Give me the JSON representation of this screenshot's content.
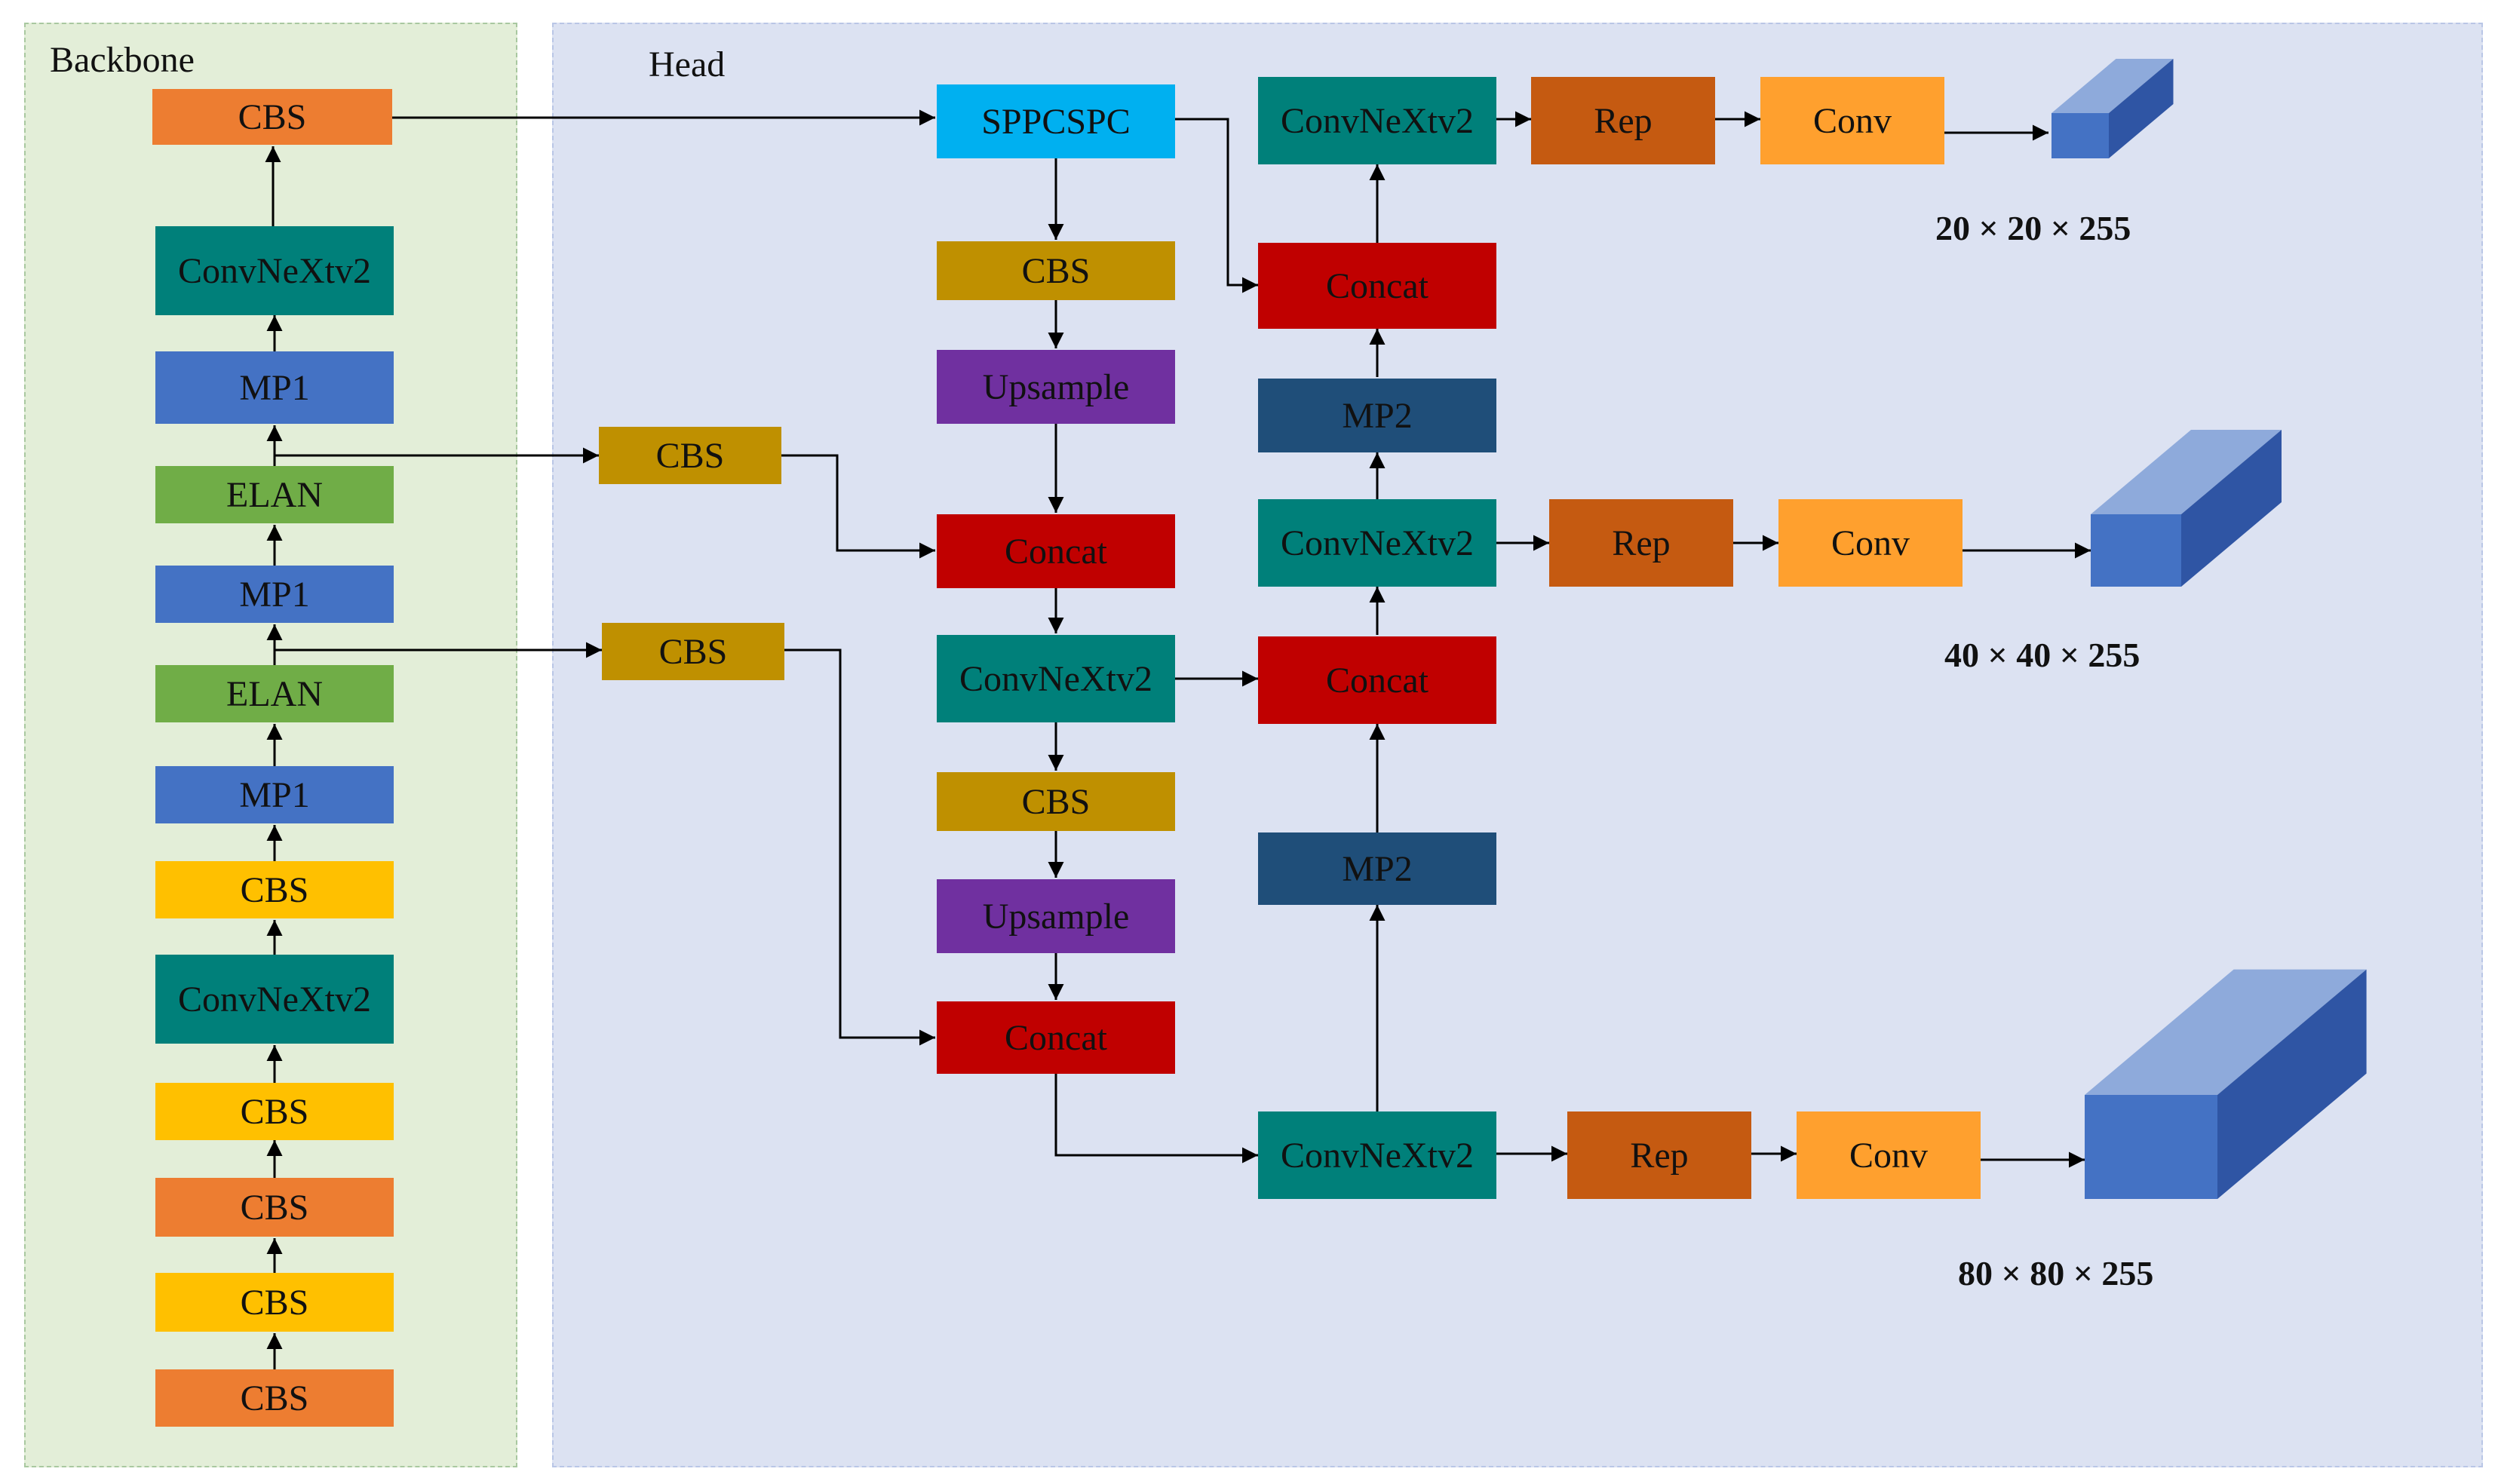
{
  "backbone": {
    "title": "Backbone",
    "blocks": [
      {
        "id": "bb1",
        "label": "CBS",
        "color": "#ed7d31"
      },
      {
        "id": "bb2",
        "label": "ConvNeXtv2",
        "color": "#00807a"
      },
      {
        "id": "bb3",
        "label": "MP1",
        "color": "#4472c4"
      },
      {
        "id": "bb4",
        "label": "ELAN",
        "color": "#70ad47"
      },
      {
        "id": "bb5",
        "label": "MP1",
        "color": "#4472c4"
      },
      {
        "id": "bb6",
        "label": "ELAN",
        "color": "#70ad47"
      },
      {
        "id": "bb7",
        "label": "MP1",
        "color": "#4472c4"
      },
      {
        "id": "bb8",
        "label": "CBS",
        "color": "#ffc000"
      },
      {
        "id": "bb9",
        "label": "ConvNeXtv2",
        "color": "#00807a"
      },
      {
        "id": "bb10",
        "label": "CBS",
        "color": "#ffc000"
      },
      {
        "id": "bb11",
        "label": "CBS",
        "color": "#ed7d31"
      },
      {
        "id": "bb12",
        "label": "CBS",
        "color": "#ffc000"
      },
      {
        "id": "bb13",
        "label": "CBS",
        "color": "#ed7d31"
      }
    ]
  },
  "head": {
    "title": "Head",
    "blocks": [
      {
        "id": "h_cbs_a",
        "label": "CBS",
        "color": "#bf9000"
      },
      {
        "id": "h_cbs_b",
        "label": "CBS",
        "color": "#bf9000"
      },
      {
        "id": "h_sppcspc",
        "label": "SPPCSPC",
        "color": "#00b0f0"
      },
      {
        "id": "h_cbs1",
        "label": "CBS",
        "color": "#bf9000"
      },
      {
        "id": "h_ups1",
        "label": "Upsample",
        "color": "#7030a0"
      },
      {
        "id": "h_concat1",
        "label": "Concat",
        "color": "#c00000"
      },
      {
        "id": "h_cnx1",
        "label": "ConvNeXtv2",
        "color": "#00807a"
      },
      {
        "id": "h_cbs2",
        "label": "CBS",
        "color": "#bf9000"
      },
      {
        "id": "h_ups2",
        "label": "Upsample",
        "color": "#7030a0"
      },
      {
        "id": "h_concat2",
        "label": "Concat",
        "color": "#c00000"
      },
      {
        "id": "h_cnx_top",
        "label": "ConvNeXtv2",
        "color": "#00807a"
      },
      {
        "id": "h_concat_top",
        "label": "Concat",
        "color": "#c00000"
      },
      {
        "id": "h_mp2_top",
        "label": "MP2",
        "color": "#1f4e79"
      },
      {
        "id": "h_cnx_mid",
        "label": "ConvNeXtv2",
        "color": "#00807a"
      },
      {
        "id": "h_concat_mid",
        "label": "Concat",
        "color": "#c00000"
      },
      {
        "id": "h_mp2_mid",
        "label": "MP2",
        "color": "#1f4e79"
      },
      {
        "id": "h_cnx_bot",
        "label": "ConvNeXtv2",
        "color": "#00807a"
      },
      {
        "id": "h_rep_top",
        "label": "Rep",
        "color": "#c55a11"
      },
      {
        "id": "h_conv_top",
        "label": "Conv",
        "color": "#ffa02e"
      },
      {
        "id": "h_rep_mid",
        "label": "Rep",
        "color": "#c55a11"
      },
      {
        "id": "h_conv_mid",
        "label": "Conv",
        "color": "#ffa02e"
      },
      {
        "id": "h_rep_bot",
        "label": "Rep",
        "color": "#c55a11"
      },
      {
        "id": "h_conv_bot",
        "label": "Conv",
        "color": "#ffa02e"
      }
    ]
  },
  "outputs": [
    {
      "id": "out_top",
      "label": "20 × 20 × 255"
    },
    {
      "id": "out_mid",
      "label": "40 × 40 × 255"
    },
    {
      "id": "out_bot",
      "label": "80 × 80 × 255"
    }
  ],
  "cube_colors": {
    "front": "#4472c4",
    "top": "#8eaadb",
    "side": "#2f55a4"
  }
}
